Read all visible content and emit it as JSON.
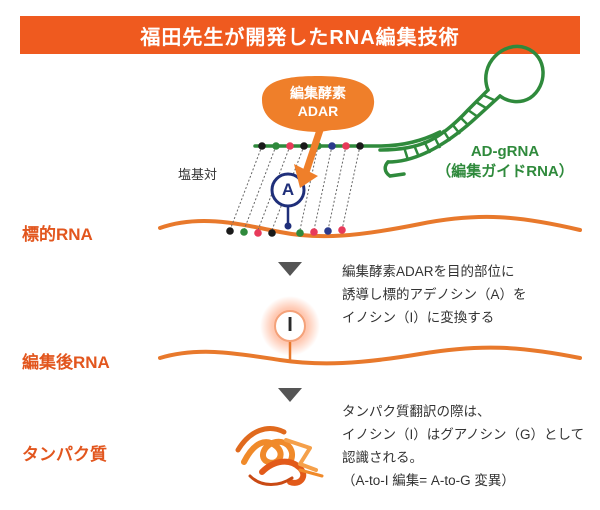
{
  "title": "福田先生が開発したRNA編集技術",
  "labels": {
    "target_rna": "標的RNA",
    "edited_rna": "編集後RNA",
    "protein": "タンパク質",
    "base_pair": "塩基対",
    "enzyme_line1": "編集酵素",
    "enzyme_line2": "ADAR",
    "guide_line1": "AD-gRNA",
    "guide_line2": "（編集ガイドRNA）",
    "nucleotide_a": "A",
    "nucleotide_i": "I"
  },
  "descriptions": {
    "step1": [
      "編集酵素ADARを目的部位に",
      "誘導し標的アデノシン（A）を",
      "イノシン（I）に変換する"
    ],
    "step2": [
      "タンパク質翻訳の際は、",
      "イノシン（I）はグアノシン（G）として",
      "認識される。",
      "（A-to-I 編集= A-to-G 変異）"
    ]
  },
  "colors": {
    "accent": "#ef5a1f",
    "rna": "#e8792c",
    "guide": "#2f8a3c",
    "badge_ring": "#1f2f7a",
    "arrow": "#555555"
  },
  "icons": {
    "down_arrow": "triangle-down-icon",
    "protein": "protein-ribbon-icon"
  }
}
